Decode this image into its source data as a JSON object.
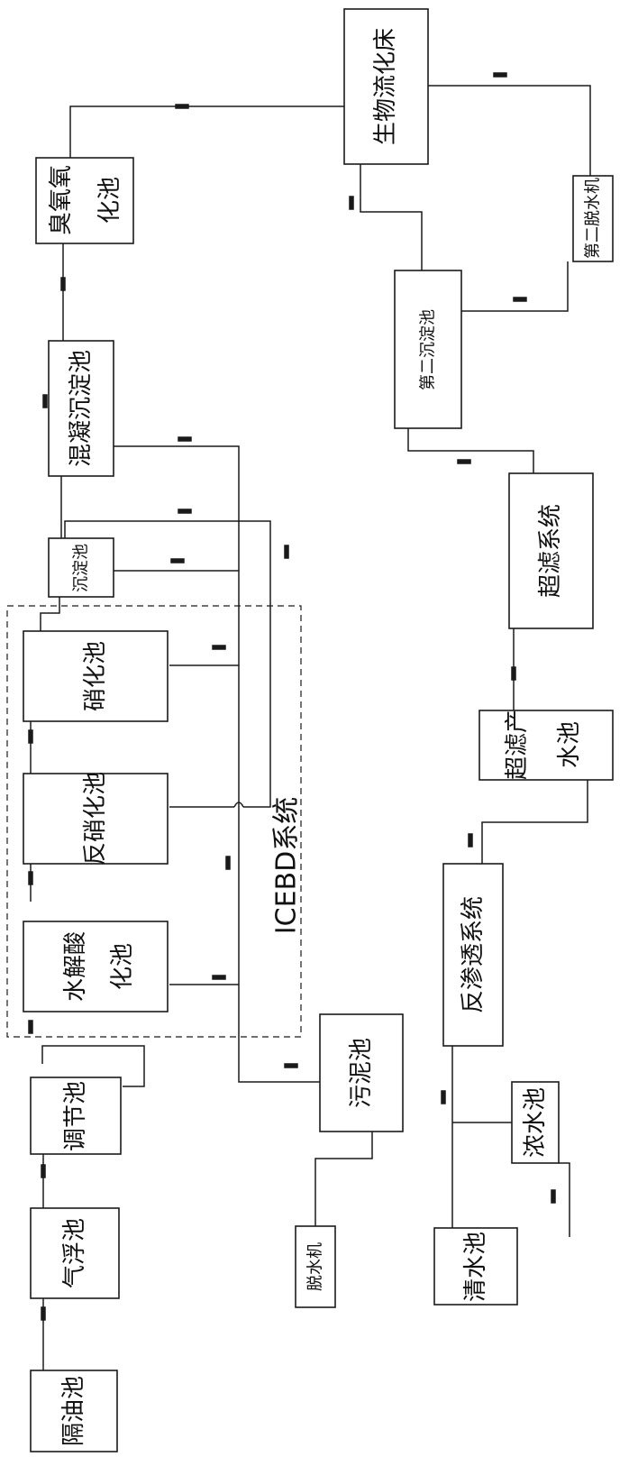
{
  "units": {
    "oil_separator": "隔油池",
    "air_flotation": "气浮池",
    "equalization": "调节池",
    "hydrolysis_1": "水解酸",
    "hydrolysis_2": "化池",
    "denitrification": "反硝化池",
    "nitrification": "硝化池",
    "sedimentation_small": "沉淀池",
    "coagulation": "混凝沉淀池",
    "ozone_1": "臭氧氧",
    "ozone_2": "化池",
    "bio_fluidized_bed": "生物流化床",
    "second_dewatering_machine": "第二脱水机",
    "second_sedimentation": "第二沉淀池",
    "ultrafiltration": "超滤系统",
    "uf_product_1": "超滤产",
    "uf_product_2": "水池",
    "reverse_osmosis": "反渗透系统",
    "concentrate_tank": "浓水池",
    "clear_water": "清水池",
    "sludge_tank": "污泥池",
    "dewatering_machine": "脱水机"
  },
  "system_label": "ICEBD系统"
}
